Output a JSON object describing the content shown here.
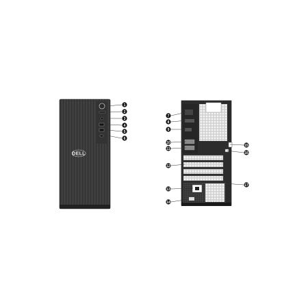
{
  "brand": {
    "logo_text": "DELL"
  },
  "front_callouts": [
    "1",
    "2",
    "3",
    "4",
    "5",
    "6"
  ],
  "rear_callouts_left": [
    "7",
    "8",
    "9",
    "10",
    "11",
    "12",
    "13",
    "14"
  ],
  "rear_callouts_right": [
    "15",
    "16",
    "17"
  ],
  "colors": {
    "chassis": "#3a3a3a",
    "chassis_dark": "#1e1e1e",
    "panel": "#2b2b2b",
    "vent": "#d8d8d8",
    "callout": "#111111",
    "leader": "#333333"
  }
}
